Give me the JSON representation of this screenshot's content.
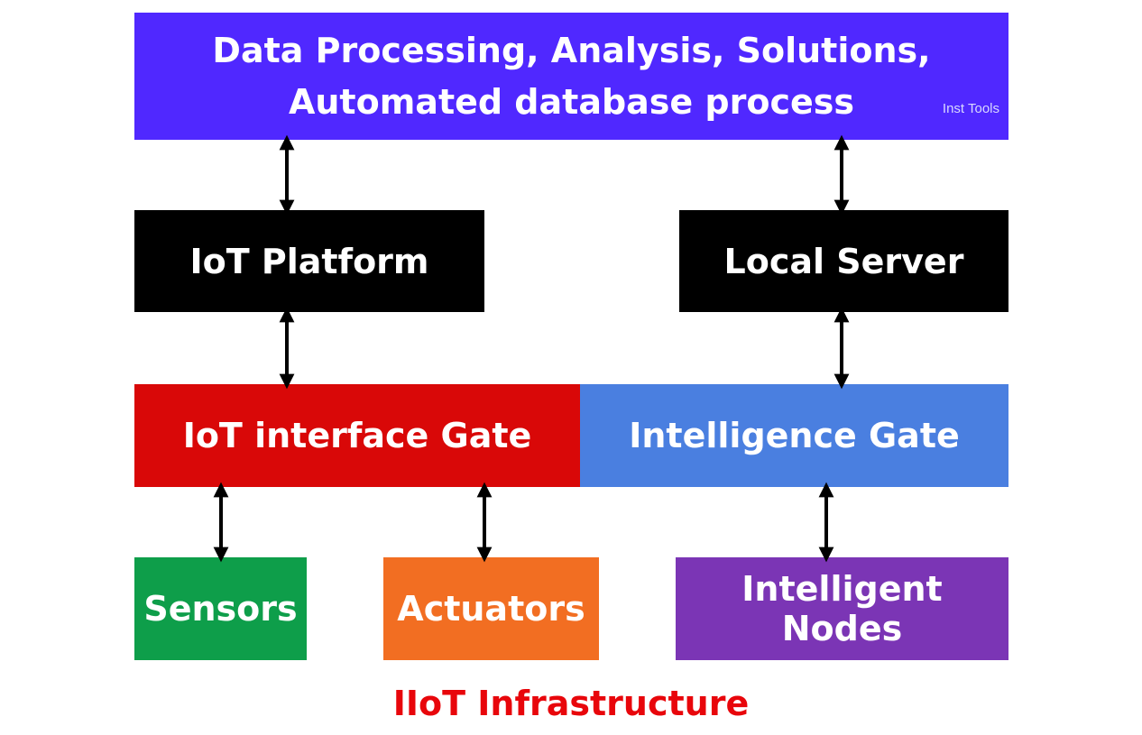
{
  "top_box": {
    "line1": "Data Processing, Analysis, Solutions,",
    "line2": "Automated database process",
    "watermark": "Inst Tools",
    "color": "#5028FF"
  },
  "iot_platform": {
    "label": "IoT Platform",
    "color": "#000000"
  },
  "local_server": {
    "label": "Local Server",
    "color": "#000000"
  },
  "iot_interface_gate": {
    "label": "IoT interface Gate",
    "color": "#D90808"
  },
  "intelligence_gate": {
    "label": "Intelligence Gate",
    "color": "#4A7FE0"
  },
  "sensors": {
    "label": "Sensors",
    "color": "#0E9E4A"
  },
  "actuators": {
    "label": "Actuators",
    "color": "#F26E22"
  },
  "intelligent_nodes": {
    "label": "Intelligent Nodes",
    "color": "#7B35B5"
  },
  "caption": {
    "text": "IIoT Infrastructure",
    "color": "#E8060B"
  },
  "connections": [
    {
      "from": "top_box",
      "to": "iot_platform"
    },
    {
      "from": "top_box",
      "to": "local_server"
    },
    {
      "from": "iot_platform",
      "to": "iot_interface_gate"
    },
    {
      "from": "local_server",
      "to": "intelligence_gate"
    },
    {
      "from": "iot_interface_gate",
      "to": "sensors"
    },
    {
      "from": "iot_interface_gate",
      "to": "actuators"
    },
    {
      "from": "intelligence_gate",
      "to": "intelligent_nodes"
    }
  ]
}
